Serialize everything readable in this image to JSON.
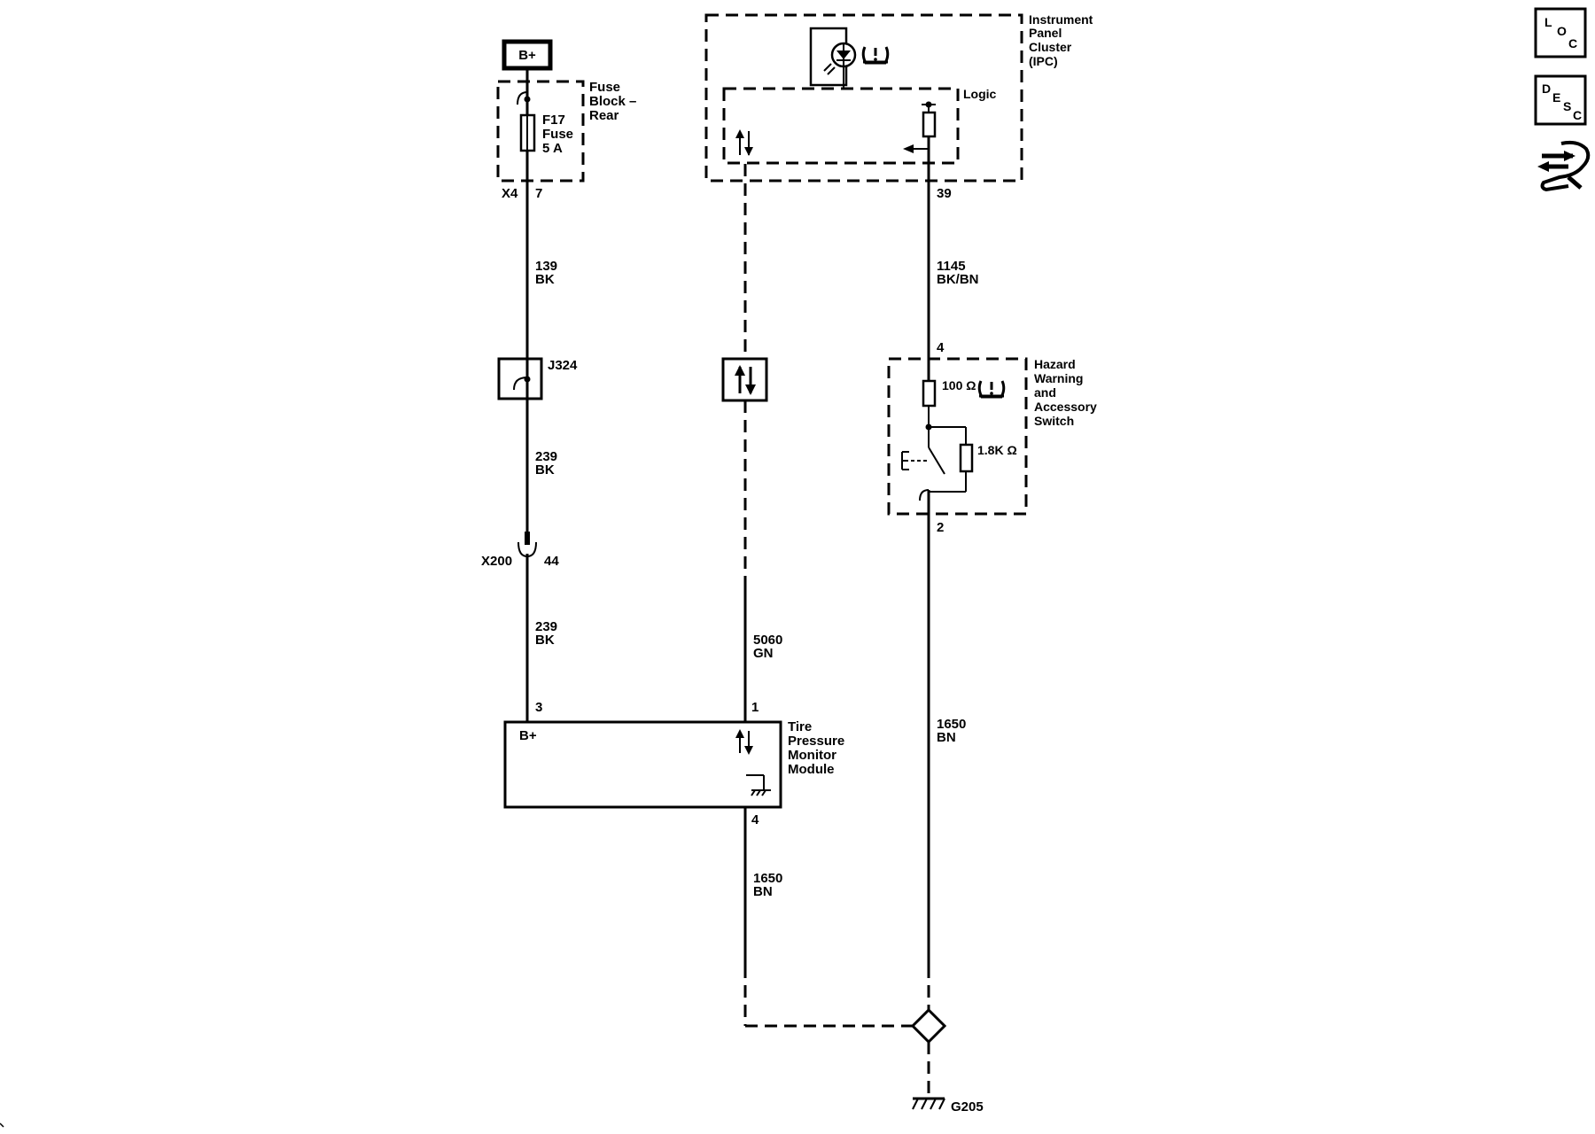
{
  "power": {
    "label": "B+"
  },
  "fuse_block": {
    "name_lines": [
      "Fuse",
      "Block –",
      "Rear"
    ],
    "fuse_lines": [
      "F17",
      "Fuse",
      "5 A"
    ],
    "connector": "X4",
    "pin": "7"
  },
  "ipc": {
    "name_lines": [
      "Instrument",
      "Panel",
      "Cluster",
      "(IPC)"
    ],
    "logic_label": "Logic",
    "pin": "39"
  },
  "wires": {
    "w139": [
      "139",
      "BK"
    ],
    "w239a": [
      "239",
      "BK"
    ],
    "w239b": [
      "239",
      "BK"
    ],
    "w1145": [
      "1145",
      "BK/BN"
    ],
    "w5060": [
      "5060",
      "GN"
    ],
    "w1650a": [
      "1650",
      "BN"
    ],
    "w1650b": [
      "1650",
      "BN"
    ]
  },
  "splice": {
    "label": "J324"
  },
  "inline_connector": {
    "label": "X200",
    "pin": "44"
  },
  "hazard_switch": {
    "name_lines": [
      "Hazard",
      "Warning",
      "and",
      "Accessory",
      "Switch"
    ],
    "pin_top": "4",
    "pin_bottom": "2",
    "resistor_a": "100 Ω",
    "resistor_b": "1.8K Ω"
  },
  "tpm_module": {
    "name_lines": [
      "Tire",
      "Pressure",
      "Monitor",
      "Module"
    ],
    "supply_label": "B+",
    "pin_power": "3",
    "pin_data": "1",
    "pin_ground": "4"
  },
  "ground": {
    "label": "G205"
  },
  "nav_buttons": {
    "loc": [
      "L",
      "O",
      "C"
    ],
    "desc": [
      "D",
      "E",
      "S",
      "C"
    ]
  }
}
